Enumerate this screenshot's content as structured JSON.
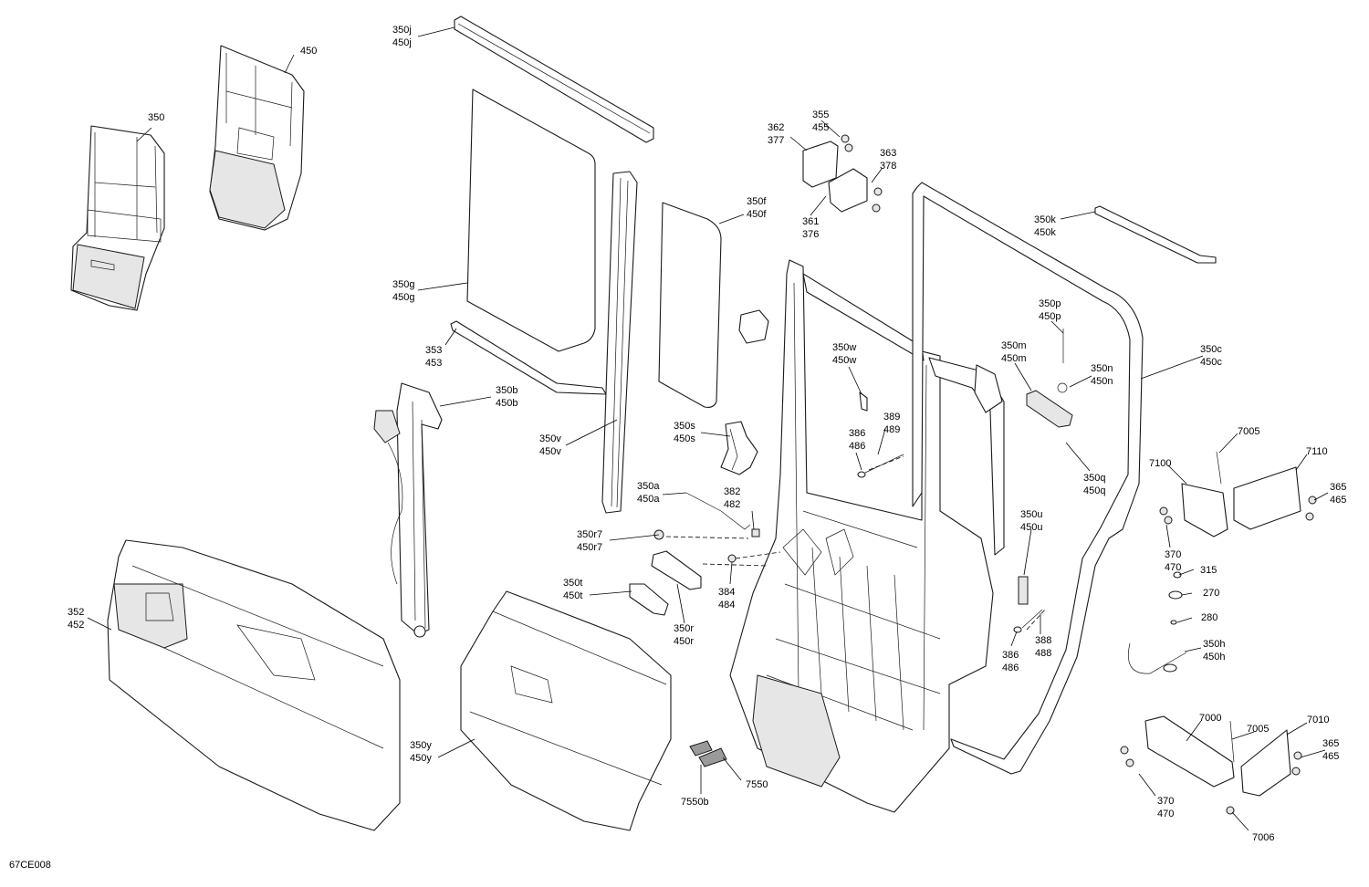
{
  "figure_id": "67CE008",
  "callouts": [
    {
      "id": "c450",
      "lines": [
        "450"
      ]
    },
    {
      "id": "c350",
      "lines": [
        "350"
      ]
    },
    {
      "id": "c350j",
      "lines": [
        "350j",
        "450j"
      ]
    },
    {
      "id": "c350g",
      "lines": [
        "350g",
        "450g"
      ]
    },
    {
      "id": "c353",
      "lines": [
        "353",
        "453"
      ]
    },
    {
      "id": "c350b",
      "lines": [
        "350b",
        "450b"
      ]
    },
    {
      "id": "c350v",
      "lines": [
        "350v",
        "450v"
      ]
    },
    {
      "id": "c350f",
      "lines": [
        "350f",
        "450f"
      ]
    },
    {
      "id": "c350s",
      "lines": [
        "350s",
        "450s"
      ]
    },
    {
      "id": "c350a",
      "lines": [
        "350a",
        "450a"
      ]
    },
    {
      "id": "c382",
      "lines": [
        "382",
        "482"
      ]
    },
    {
      "id": "c350r7",
      "lines": [
        "350r7",
        "450r7"
      ]
    },
    {
      "id": "c350t",
      "lines": [
        "350t",
        "450t"
      ]
    },
    {
      "id": "c350r",
      "lines": [
        "350r",
        "450r"
      ]
    },
    {
      "id": "c384",
      "lines": [
        "384",
        "484"
      ]
    },
    {
      "id": "c352",
      "lines": [
        "352",
        "452"
      ]
    },
    {
      "id": "c350y",
      "lines": [
        "350y",
        "450y"
      ]
    },
    {
      "id": "c7550b",
      "lines": [
        "7550b"
      ]
    },
    {
      "id": "c7550",
      "lines": [
        "7550"
      ]
    },
    {
      "id": "c355",
      "lines": [
        "355",
        "455"
      ]
    },
    {
      "id": "c362",
      "lines": [
        "362",
        "377"
      ]
    },
    {
      "id": "c363",
      "lines": [
        "363",
        "378"
      ]
    },
    {
      "id": "c361",
      "lines": [
        "361",
        "376"
      ]
    },
    {
      "id": "c350w",
      "lines": [
        "350w",
        "450w"
      ]
    },
    {
      "id": "c389",
      "lines": [
        "389",
        "489"
      ]
    },
    {
      "id": "c386a",
      "lines": [
        "386",
        "486"
      ]
    },
    {
      "id": "c350k",
      "lines": [
        "350k",
        "450k"
      ]
    },
    {
      "id": "c350p",
      "lines": [
        "350p",
        "450p"
      ]
    },
    {
      "id": "c350m",
      "lines": [
        "350m",
        "450m"
      ]
    },
    {
      "id": "c350n",
      "lines": [
        "350n",
        "450n"
      ]
    },
    {
      "id": "c350c",
      "lines": [
        "350c",
        "450c"
      ]
    },
    {
      "id": "c350q",
      "lines": [
        "350q",
        "450q"
      ]
    },
    {
      "id": "c350u",
      "lines": [
        "350u",
        "450u"
      ]
    },
    {
      "id": "c386b",
      "lines": [
        "386",
        "486"
      ]
    },
    {
      "id": "c388",
      "lines": [
        "388",
        "488"
      ]
    },
    {
      "id": "c7005a",
      "lines": [
        "7005"
      ]
    },
    {
      "id": "c7100",
      "lines": [
        "7100"
      ]
    },
    {
      "id": "c7110",
      "lines": [
        "7110"
      ]
    },
    {
      "id": "c365a",
      "lines": [
        "365",
        "465"
      ]
    },
    {
      "id": "c370a",
      "lines": [
        "370",
        "470"
      ]
    },
    {
      "id": "c315",
      "lines": [
        "315"
      ]
    },
    {
      "id": "c270",
      "lines": [
        "270"
      ]
    },
    {
      "id": "c280",
      "lines": [
        "280"
      ]
    },
    {
      "id": "c350h",
      "lines": [
        "350h",
        "450h"
      ]
    },
    {
      "id": "c7000",
      "lines": [
        "7000"
      ]
    },
    {
      "id": "c7005b",
      "lines": [
        "7005"
      ]
    },
    {
      "id": "c7010",
      "lines": [
        "7010"
      ]
    },
    {
      "id": "c365b",
      "lines": [
        "365",
        "465"
      ]
    },
    {
      "id": "c370b",
      "lines": [
        "370",
        "470"
      ]
    },
    {
      "id": "c7006",
      "lines": [
        "7006"
      ]
    }
  ]
}
